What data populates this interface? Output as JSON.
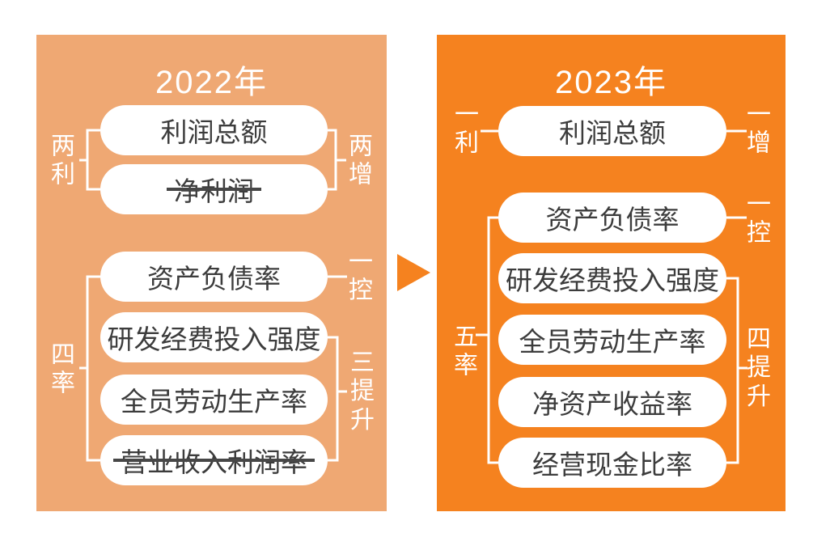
{
  "panels": {
    "left": {
      "title": "2022年",
      "pills": [
        "利润总额",
        "净利润",
        "资产负债率",
        "研发经费投入强度",
        "全员劳动生产率",
        "营业收入利润率"
      ],
      "struck_pills": [
        "净利润",
        "营业收入利润率"
      ],
      "labels": {
        "two_profits": "两利",
        "two_increases": "两增",
        "one_control": "一控",
        "four_ratios": "四率",
        "three_improvements": "三提升"
      }
    },
    "right": {
      "title": "2023年",
      "pills": [
        "利润总额",
        "资产负债率",
        "研发经费投入强度",
        "全员劳动生产率",
        "净资产收益率",
        "经营现金比率"
      ],
      "struck_pills": [],
      "labels": {
        "one_profit": "一利",
        "one_increase": "一增",
        "one_control": "一控",
        "five_ratios": "五率",
        "four_improvements": "四提升"
      }
    }
  },
  "icons": {
    "arrow": "right-arrow-triangle"
  },
  "colors": {
    "left_panel_bg": "#efa873",
    "right_panel_bg": "#f5821f",
    "arrow": "#f5821f",
    "pill_bg": "#ffffff",
    "pill_text": "#3c3c3c",
    "strike_line": "#474747",
    "label_text": "#ffffff",
    "page_bg": "#ffffff"
  }
}
